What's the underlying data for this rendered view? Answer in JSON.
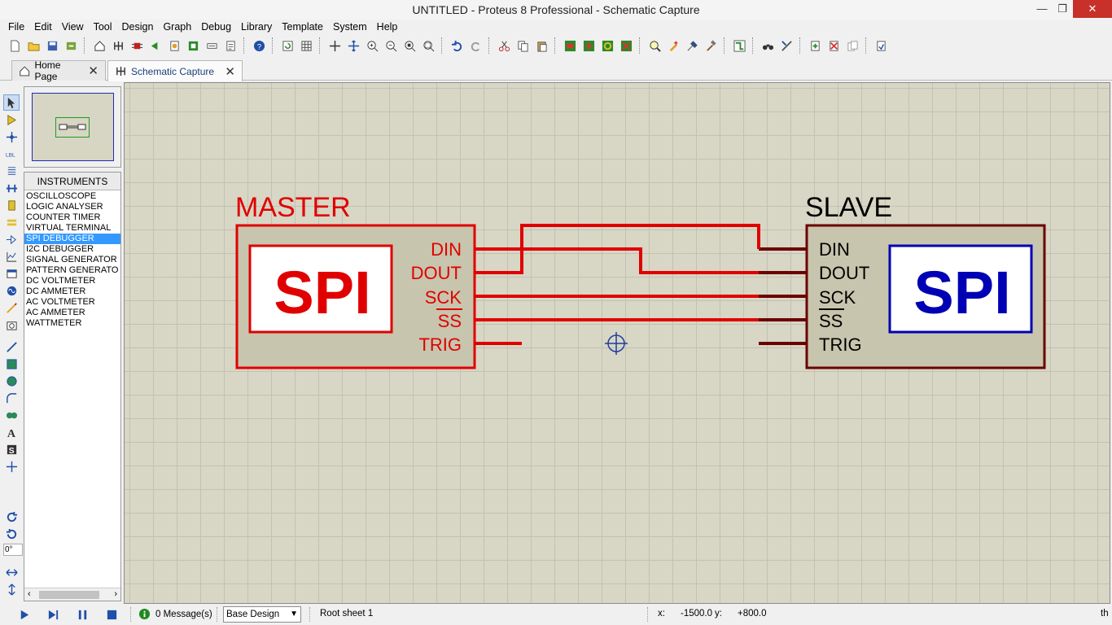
{
  "window": {
    "title": "UNTITLED - Proteus 8 Professional - Schematic Capture",
    "min_glyph": "—",
    "max_glyph": "❐",
    "close_glyph": "✕"
  },
  "menu": [
    "File",
    "Edit",
    "View",
    "Tool",
    "Design",
    "Graph",
    "Debug",
    "Library",
    "Template",
    "System",
    "Help"
  ],
  "tabs": {
    "home": "Home Page",
    "schematic": "Schematic Capture",
    "close_glyph": "✕"
  },
  "instruments": {
    "header": "INSTRUMENTS",
    "items": [
      "OSCILLOSCOPE",
      "LOGIC ANALYSER",
      "COUNTER TIMER",
      "VIRTUAL TERMINAL",
      "SPI DEBUGGER",
      "I2C DEBUGGER",
      "SIGNAL GENERATOR",
      "PATTERN GENERATO",
      "DC VOLTMETER",
      "DC AMMETER",
      "AC VOLTMETER",
      "AC AMMETER",
      "WATTMETER"
    ],
    "selected": "SPI DEBUGGER"
  },
  "rotation": "0°",
  "schematic": {
    "master": {
      "label": "MASTER",
      "title": "SPI",
      "pins": [
        "DIN",
        "DOUT",
        "SCK",
        "SS",
        "TRIG"
      ],
      "color": "#e00000"
    },
    "slave": {
      "label": "SLAVE",
      "title": "SPI",
      "pins": [
        "DIN",
        "DOUT",
        "SCK",
        "SS",
        "TRIG"
      ],
      "color": "#6b0000",
      "title_color": "#0000b4"
    },
    "wire_color": "#e00000",
    "body_color": "#c7c5ad"
  },
  "status": {
    "messages": "0 Message(s)",
    "design": "Base Design",
    "sheet": "Root sheet 1",
    "x_label": "x:",
    "x_value": "-1500.0",
    "y_label": "y:",
    "y_value": "+800.0",
    "tail": "th"
  }
}
